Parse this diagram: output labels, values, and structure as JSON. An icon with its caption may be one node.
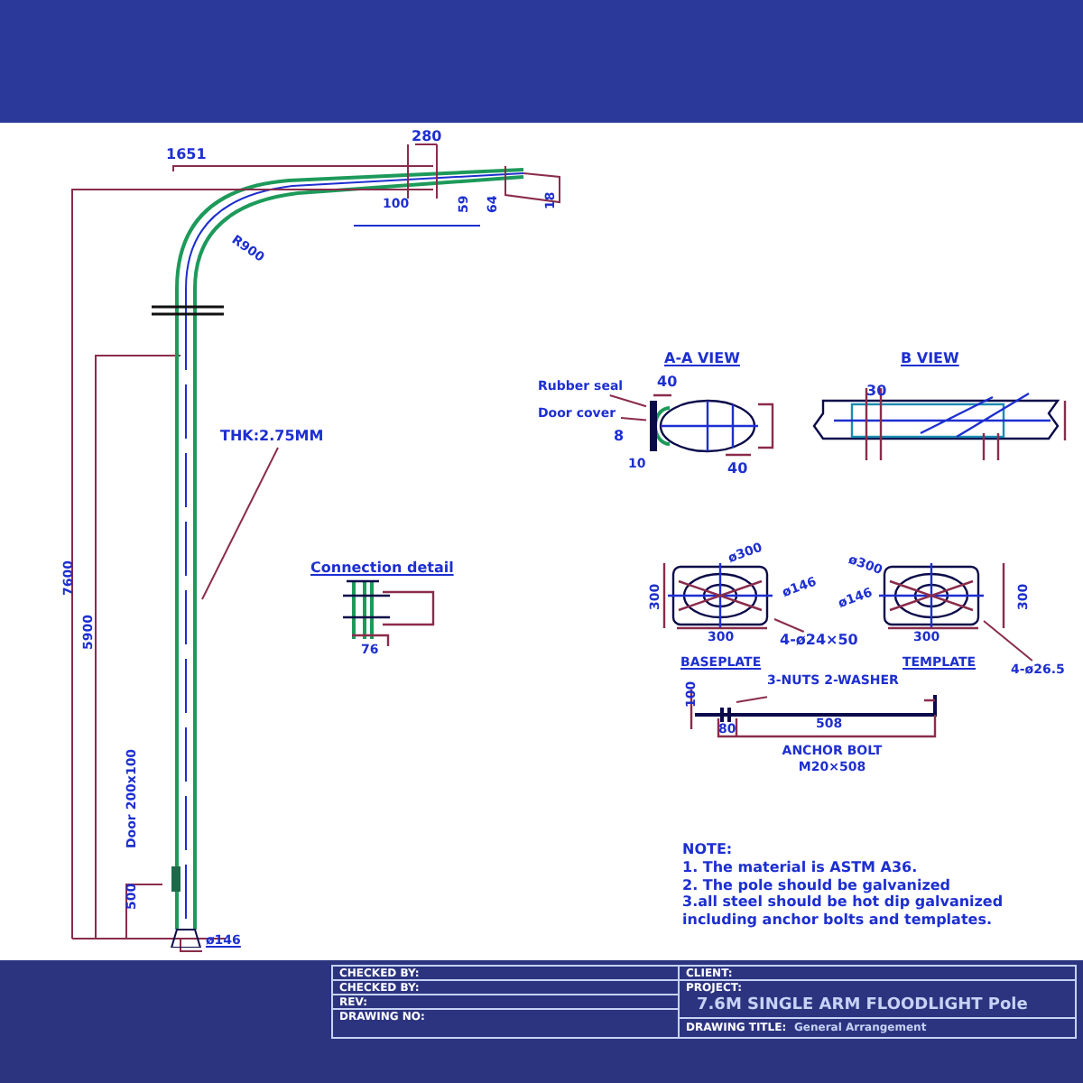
{
  "diagram": {
    "nodes": [
      {
        "text": [],
        "shape": "picture"
      },
      {
        "text": [
          "THK:2.75MM"
        ]
      },
      {
        "text": [
          "Rubber seal"
        ]
      },
      {
        "text": [
          "Door cover"
        ]
      },
      {
        "text": [
          "4-ø24×50"
        ]
      },
      {
        "text": [
          "3-NUTS 2-WASHER"
        ]
      },
      {
        "text": [
          "4-ø26.5"
        ]
      },
      {
        "text": [],
        "shape": "ellipse"
      }
    ],
    "edges": [
      {
        "from": 1,
        "to": 0,
        "arrow": "none"
      },
      {
        "from": 2,
        "to": 7,
        "arrow": "none"
      },
      {
        "from": 3,
        "to": 7,
        "arrow": "none"
      },
      {
        "from": 4,
        "to": null,
        "arrow": "none"
      },
      {
        "from": 5,
        "to": null,
        "arrow": "none"
      },
      {
        "from": 6,
        "to": null,
        "arrow": "none"
      }
    ],
    "labels": [
      "1651",
      "280",
      "100",
      "R900",
      "59",
      "64",
      "18",
      "7600",
      "5900",
      "Door 200x100",
      "500",
      "ø146",
      "A-A VIEW",
      "40",
      "8",
      "10",
      "40",
      "B VIEW",
      "30",
      "Connection detail",
      "76",
      "300",
      "ø300",
      "ø146",
      "300",
      "BASEPLATE",
      "ø300",
      "ø146",
      "300",
      "300",
      "TEMPLATE",
      "100",
      "80",
      "508",
      "ANCHOR BOLT M20×508",
      "NOTE:",
      "1. The material is ASTM A36.",
      "2.  The pole should be galvanized",
      "3.all steel should be hot dip galvanized including anchor bolts and templates.",
      "CHECKED BY:",
      "CHECKED BY:",
      "REV:",
      "DRAWING NO:",
      "CLIENT:",
      "PROJECT:",
      "7.6M SINGLE ARM FLOODLIGHT Pole",
      "DRAWING TITLE:",
      "General Arrangement"
    ]
  }
}
